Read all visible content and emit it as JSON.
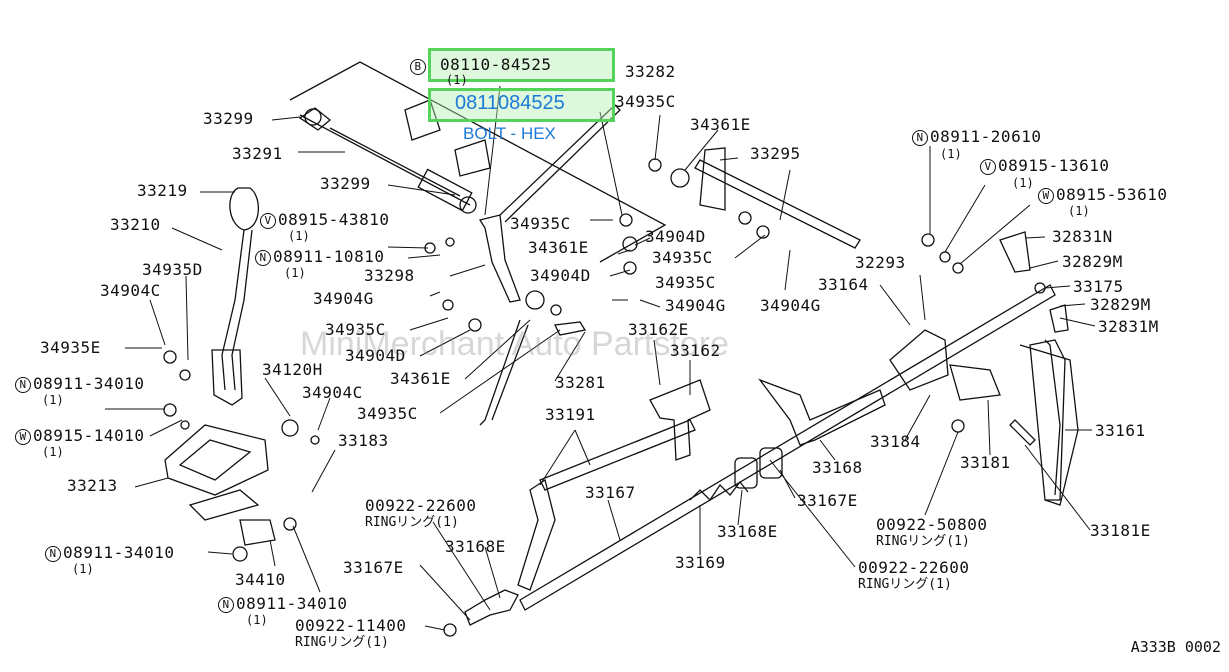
{
  "highlight": {
    "top_number": "08110-84525",
    "top_qty": "(1)",
    "callout_number": "0811084525",
    "callout_desc": "BOLT - HEX",
    "prefix": "B"
  },
  "watermark": "MiniMerchant Auto Partstore",
  "diagram_code": "A333B 0002",
  "parts": [
    {
      "id": "p1",
      "num": "33282"
    },
    {
      "id": "p2",
      "num": "34935C"
    },
    {
      "id": "p3",
      "num": "34361E"
    },
    {
      "id": "p4",
      "num": "33299"
    },
    {
      "id": "p5",
      "num": "33291"
    },
    {
      "id": "p6",
      "num": "33295"
    },
    {
      "id": "p7",
      "num": "33219"
    },
    {
      "id": "p8",
      "num": "33299"
    },
    {
      "id": "p9",
      "num": "33210"
    },
    {
      "id": "p10",
      "num": "34935C"
    },
    {
      "id": "p11",
      "num": "34904D"
    },
    {
      "id": "p12",
      "num": "34361E"
    },
    {
      "id": "p13",
      "num": "34935C"
    },
    {
      "id": "p14",
      "num": "33298"
    },
    {
      "id": "p15",
      "num": "34904D"
    },
    {
      "id": "p16",
      "num": "34935C"
    },
    {
      "id": "p17",
      "num": "34935D"
    },
    {
      "id": "p18",
      "num": "34904G"
    },
    {
      "id": "p19",
      "num": "34904G"
    },
    {
      "id": "p20",
      "num": "34904G"
    },
    {
      "id": "p21",
      "num": "34904C"
    },
    {
      "id": "p22",
      "num": "34935C"
    },
    {
      "id": "p23",
      "num": "34904D"
    },
    {
      "id": "p24",
      "num": "34935E"
    },
    {
      "id": "p25",
      "num": "34361E"
    },
    {
      "id": "p26",
      "num": "33281"
    },
    {
      "id": "p27",
      "num": "34120H"
    },
    {
      "id": "p28",
      "num": "34904C"
    },
    {
      "id": "p29",
      "num": "34935C"
    },
    {
      "id": "p30",
      "num": "33183"
    },
    {
      "id": "p31",
      "num": "33213"
    },
    {
      "id": "p32",
      "num": "33191"
    },
    {
      "id": "p33",
      "num": "33162E"
    },
    {
      "id": "p34",
      "num": "33162"
    },
    {
      "id": "p35",
      "num": "33167"
    },
    {
      "id": "p36",
      "num": "33168E"
    },
    {
      "id": "p37",
      "num": "33167E"
    },
    {
      "id": "p38",
      "num": "34410"
    },
    {
      "id": "p39",
      "num": "33169"
    },
    {
      "id": "p40",
      "num": "33168E"
    },
    {
      "id": "p41",
      "num": "33168"
    },
    {
      "id": "p42",
      "num": "33167E"
    },
    {
      "id": "p43",
      "num": "32831N"
    },
    {
      "id": "p44",
      "num": "32829M"
    },
    {
      "id": "p45",
      "num": "32293"
    },
    {
      "id": "p46",
      "num": "33164"
    },
    {
      "id": "p47",
      "num": "33175"
    },
    {
      "id": "p48",
      "num": "32829M"
    },
    {
      "id": "p49",
      "num": "32831M"
    },
    {
      "id": "p50",
      "num": "33184"
    },
    {
      "id": "p51",
      "num": "33161"
    },
    {
      "id": "p52",
      "num": "33181"
    },
    {
      "id": "p53",
      "num": "33181E"
    }
  ],
  "prefixed": [
    {
      "id": "n1",
      "prefix": "N",
      "num": "08911-20610",
      "qty": "(1)"
    },
    {
      "id": "w1",
      "prefix": "V",
      "num": "08915-13610",
      "qty": "(1)"
    },
    {
      "id": "w2",
      "prefix": "W",
      "num": "08915-53610",
      "qty": "(1)"
    },
    {
      "id": "v1",
      "prefix": "V",
      "num": "08915-43810",
      "qty": "(1)"
    },
    {
      "id": "n2",
      "prefix": "N",
      "num": "08911-10810",
      "qty": "(1)"
    },
    {
      "id": "n3",
      "prefix": "N",
      "num": "08911-34010",
      "qty": "(1)"
    },
    {
      "id": "w3",
      "prefix": "W",
      "num": "08915-14010",
      "qty": "(1)"
    },
    {
      "id": "n4",
      "prefix": "N",
      "num": "08911-34010",
      "qty": "(1)"
    },
    {
      "id": "n5",
      "prefix": "N",
      "num": "08911-34010",
      "qty": "(1)"
    }
  ],
  "rings": [
    {
      "id": "r1",
      "num": "00922-22600",
      "text": "RINGリング(1)"
    },
    {
      "id": "r2",
      "num": "00922-50800",
      "text": "RINGリング(1)"
    },
    {
      "id": "r3",
      "num": "00922-22600",
      "text": "RINGリング(1)"
    },
    {
      "id": "r4",
      "num": "00922-11400",
      "text": "RINGリング(1)"
    }
  ]
}
